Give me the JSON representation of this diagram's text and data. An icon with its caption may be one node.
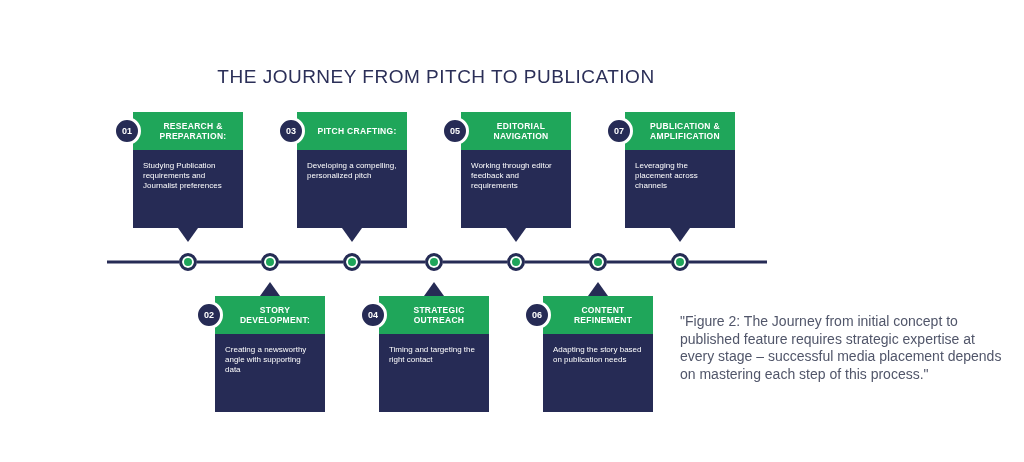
{
  "diagram": {
    "title": "THE JOURNEY FROM PITCH TO PUBLICATION",
    "caption": "\"Figure 2: The Journey from initial concept to published feature requires strategic expertise at every stage – successful media placement depends on mastering each step of this process.\"",
    "nodes": [
      {
        "text": [
          "01",
          "RESEARCH & PREPARATION:",
          "Studying Publication requirements and Journalist preferences"
        ]
      },
      {
        "text": [
          "02",
          "STORY DEVELOPMENT:",
          "Creating a newsworthy angle with supporting data"
        ]
      },
      {
        "text": [
          "03",
          "PITCH CRAFTING:",
          "Developing a compelling, personalized pitch"
        ]
      },
      {
        "text": [
          "04",
          "STRATEGIC OUTREACH",
          "Timing and targeting the right contact"
        ]
      },
      {
        "text": [
          "05",
          "EDITORIAL NAVIGATION",
          "Working through editor feedback and requirements"
        ]
      },
      {
        "text": [
          "06",
          "CONTENT REFINEMENT",
          "Adapting the story based on publication needs"
        ]
      },
      {
        "text": [
          "07",
          "PUBLICATION & AMPLIFICATION",
          "Leveraging the placement across channels"
        ]
      },
      {
        "text": [],
        "shape": "circle"
      },
      {
        "text": [],
        "shape": "circle"
      },
      {
        "text": [],
        "shape": "circle"
      },
      {
        "text": [],
        "shape": "circle"
      },
      {
        "text": [],
        "shape": "circle"
      },
      {
        "text": [],
        "shape": "circle"
      },
      {
        "text": [],
        "shape": "circle"
      }
    ],
    "edges": [
      {
        "from": null,
        "to": 7,
        "arrow": "none"
      },
      {
        "from": 7,
        "to": 8,
        "arrow": "none"
      },
      {
        "from": 8,
        "to": 9,
        "arrow": "none"
      },
      {
        "from": 9,
        "to": 10,
        "arrow": "none"
      },
      {
        "from": 10,
        "to": 11,
        "arrow": "none"
      },
      {
        "from": 11,
        "to": 12,
        "arrow": "none"
      },
      {
        "from": 12,
        "to": 13,
        "arrow": "none"
      },
      {
        "from": 13,
        "to": null,
        "arrow": "none"
      }
    ]
  }
}
